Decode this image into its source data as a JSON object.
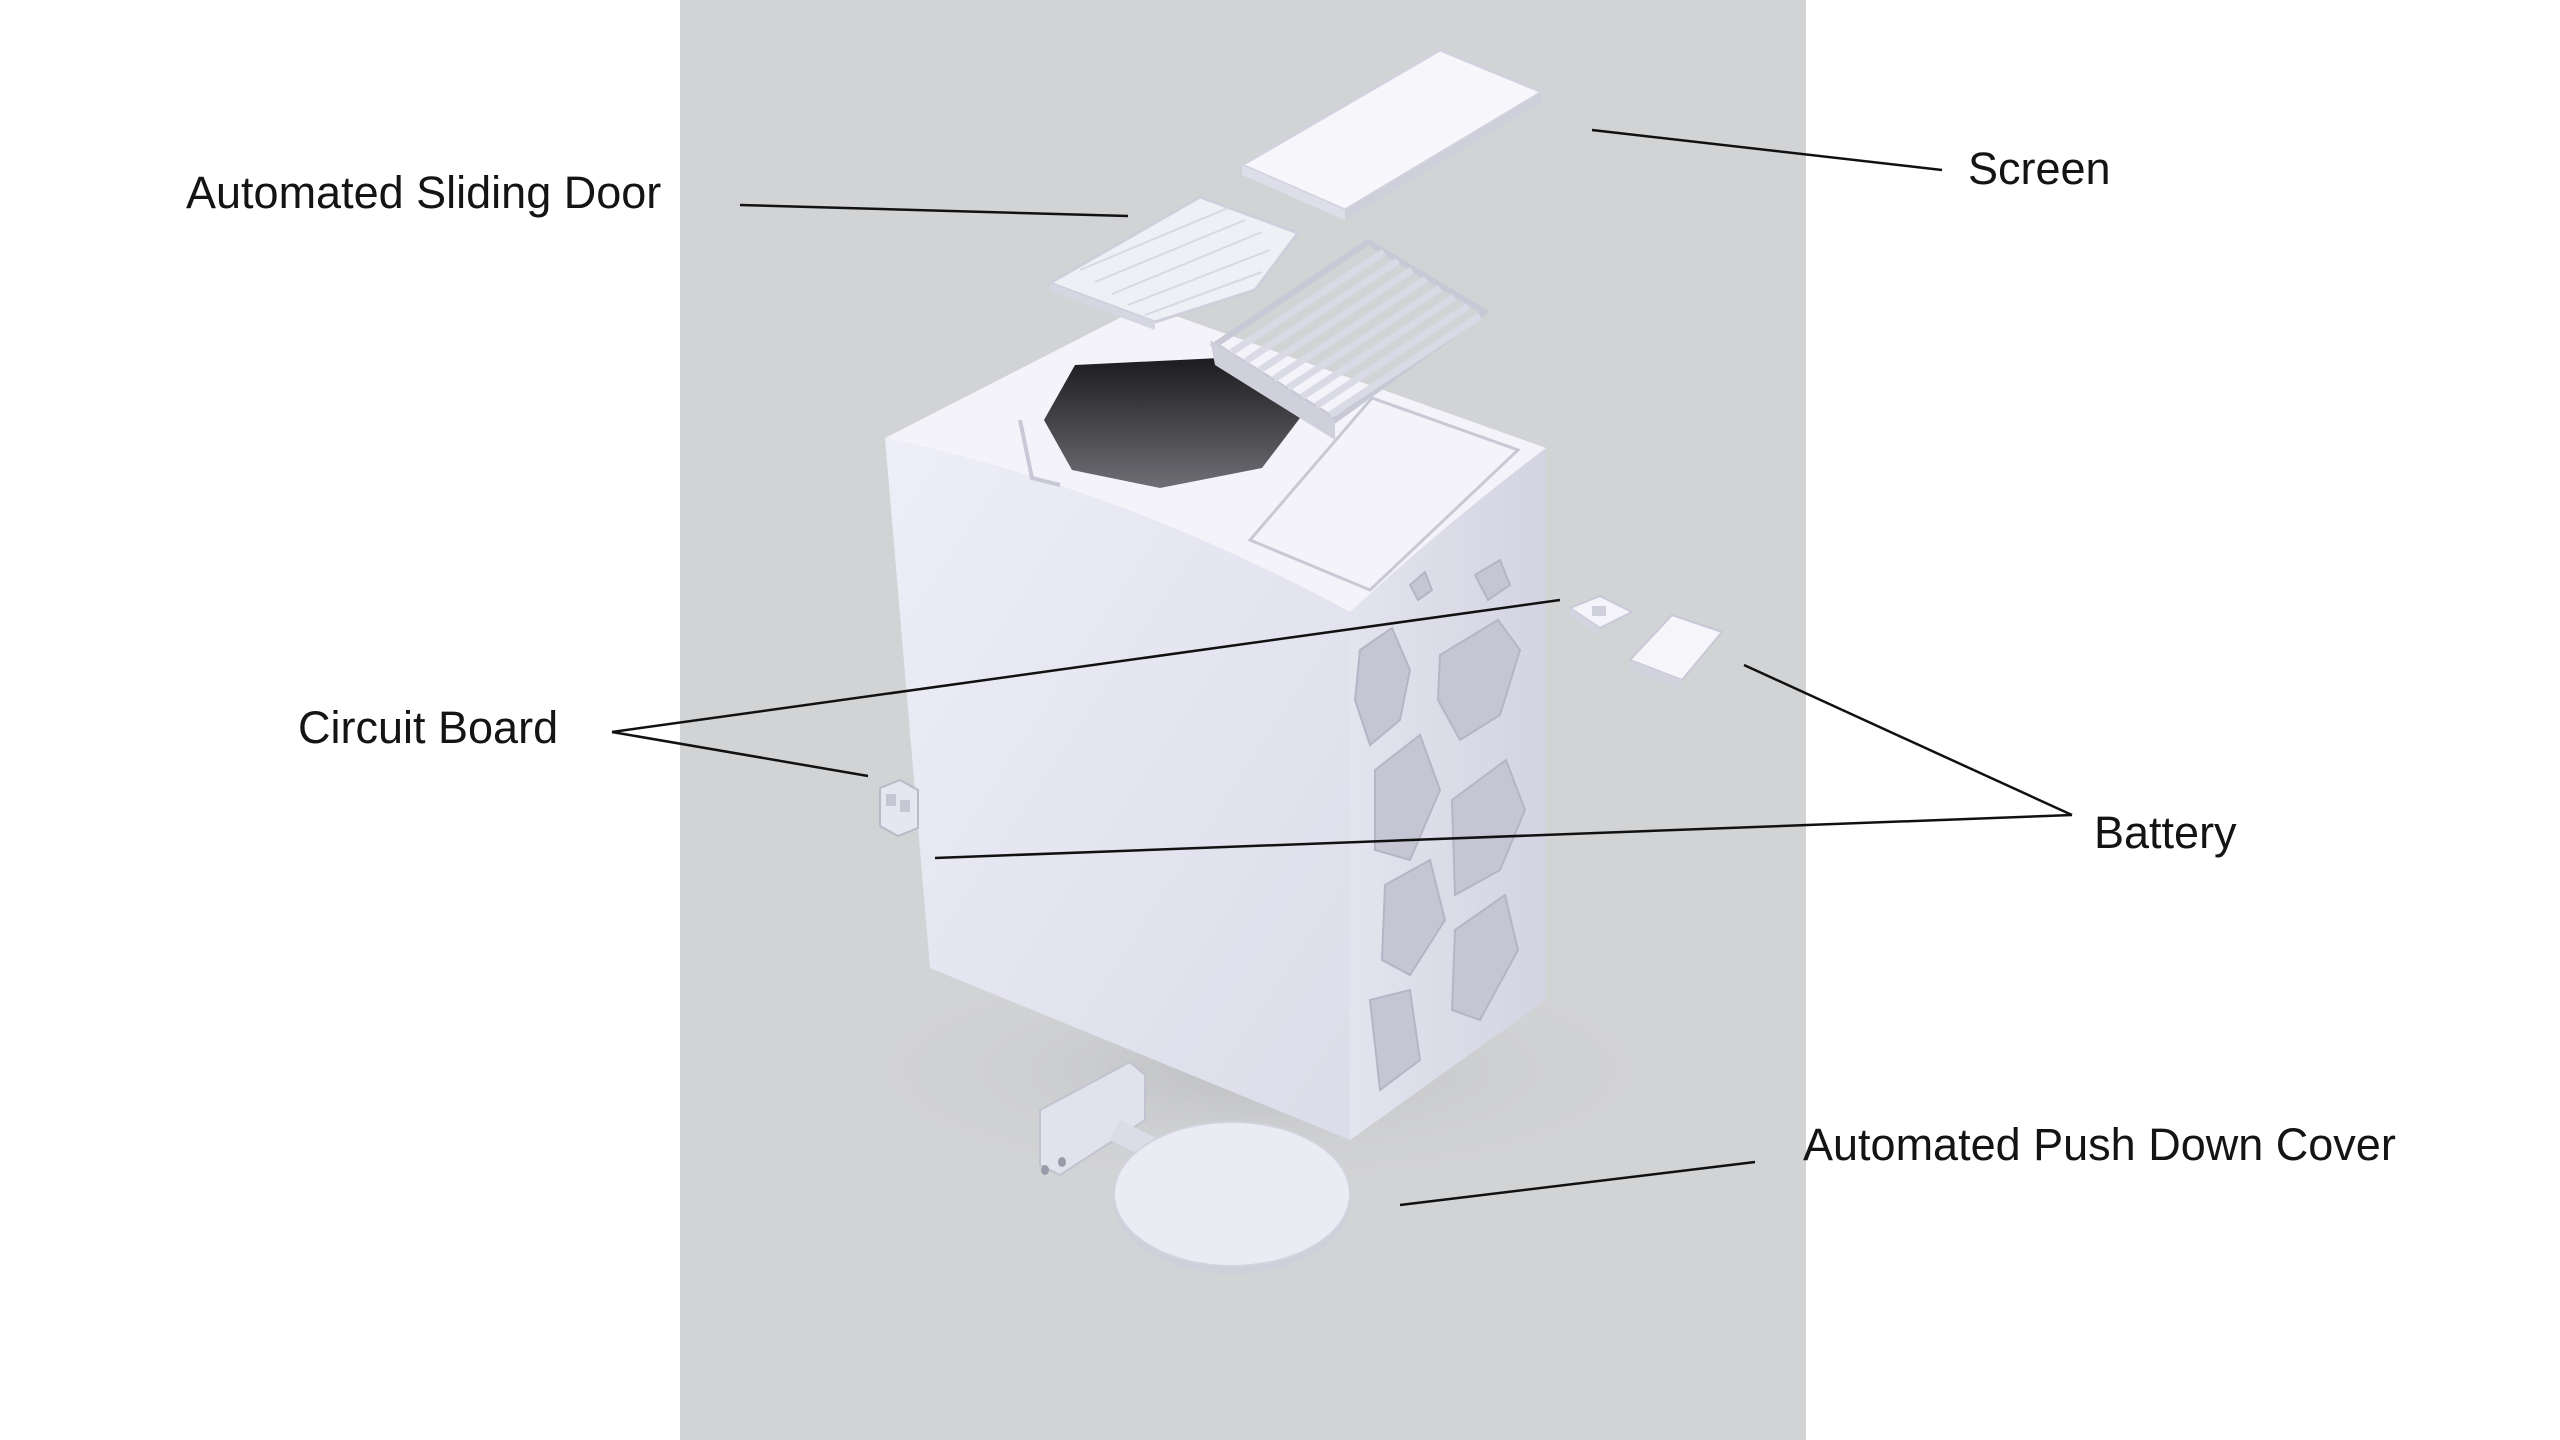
{
  "colors": {
    "backdrop": "#d2d3d5",
    "page": "#ffffff",
    "part_light": "#e9e9f2",
    "part_top": "#f4f4f9",
    "part_shade": "#cfcfdc",
    "leader_line": "#111111"
  },
  "labels": {
    "sliding_door": "Automated Sliding Door",
    "screen": "Screen",
    "circuit_board": "Circuit Board",
    "battery": "Battery",
    "push_down_cover": "Automated Push Down Cover"
  }
}
